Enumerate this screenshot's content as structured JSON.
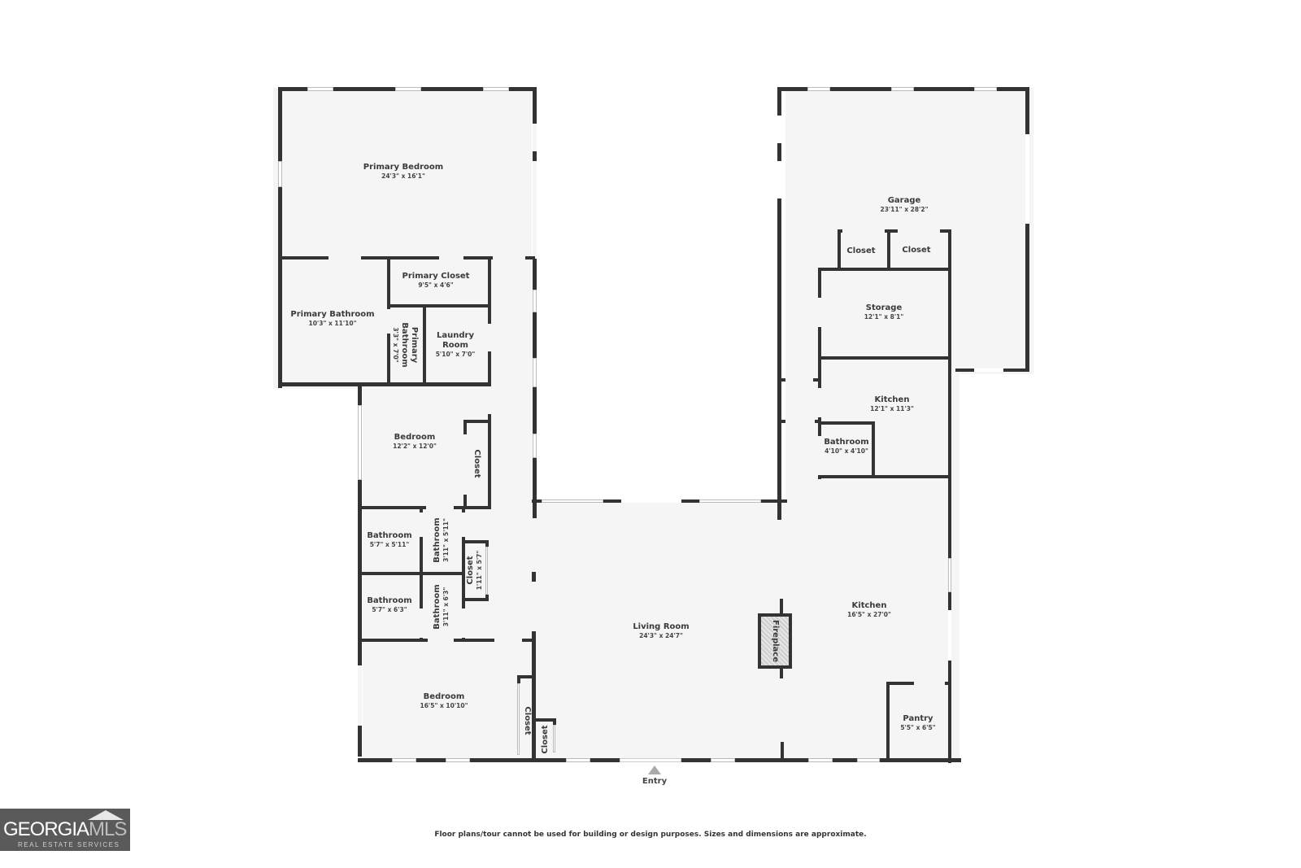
{
  "rooms": {
    "primary_bedroom": {
      "name": "Primary Bedroom",
      "dims": "24'3\" x 16'1\""
    },
    "primary_bathroom": {
      "name": "Primary Bathroom",
      "dims": "10'3\" x 11'10\""
    },
    "primary_closet": {
      "name": "Primary Closet",
      "dims": "9'5\" x 4'6\""
    },
    "primary_bathroom_2": {
      "name": "Primary Bathroom",
      "dims": "3'3\" x 7'0\""
    },
    "laundry_room": {
      "name": "Laundry Room",
      "dims": "5'10\" x 7'0\""
    },
    "bedroom_1": {
      "name": "Bedroom",
      "dims": "12'2\" x 12'0\""
    },
    "bedroom_1_closet": {
      "name": "Closet",
      "dims": ""
    },
    "bathroom_a": {
      "name": "Bathroom",
      "dims": "5'7\" x 5'11\""
    },
    "bathroom_b": {
      "name": "Bathroom",
      "dims": "3'11\" x 5'11\""
    },
    "hall_closet": {
      "name": "Closet",
      "dims": "1'11\" x 5'7\""
    },
    "bathroom_c": {
      "name": "Bathroom",
      "dims": "5'7\" x 6'3\""
    },
    "bathroom_d": {
      "name": "Bathroom",
      "dims": "3'11\" x 6'3\""
    },
    "bedroom_2": {
      "name": "Bedroom",
      "dims": "16'5\" x 10'10\""
    },
    "bedroom_2_closet": {
      "name": "Closet",
      "dims": ""
    },
    "living_closet": {
      "name": "Closet",
      "dims": ""
    },
    "living_room": {
      "name": "Living Room",
      "dims": "24'3\" x 24'7\""
    },
    "fireplace": {
      "name": "Fireplace",
      "dims": ""
    },
    "kitchen_main": {
      "name": "Kitchen",
      "dims": "16'5\" x 27'0\""
    },
    "pantry": {
      "name": "Pantry",
      "dims": "5'5\" x 6'5\""
    },
    "garage": {
      "name": "Garage",
      "dims": "23'11\" x 28'2\""
    },
    "garage_closet_1": {
      "name": "Closet",
      "dims": ""
    },
    "garage_closet_2": {
      "name": "Closet",
      "dims": ""
    },
    "storage": {
      "name": "Storage",
      "dims": "12'1\" x 8'1\""
    },
    "kitchen_2": {
      "name": "Kitchen",
      "dims": "12'1\" x 11'3\""
    },
    "bathroom_e": {
      "name": "Bathroom",
      "dims": "4'10\" x 4'10\""
    }
  },
  "entry": {
    "label": "Entry"
  },
  "footer": {
    "disclaimer": "Floor plans/tour cannot be used for building or design purposes. Sizes and dimensions are approximate.",
    "logo_main_a": "GEORGIA",
    "logo_main_b": "MLS",
    "logo_sub": "REAL ESTATE SERVICES"
  },
  "colors": {
    "wall": "#333333",
    "floor": "#f5f5f5",
    "background": "#ffffff",
    "logo_bg": "#5a5a5a"
  }
}
